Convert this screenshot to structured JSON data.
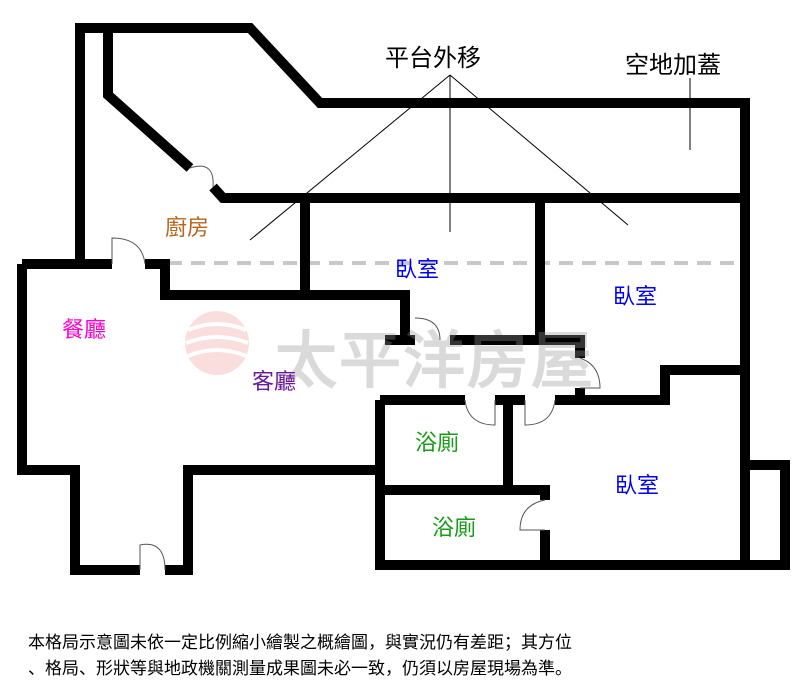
{
  "rooms": {
    "kitchen": "廚房",
    "dining": "餐廳",
    "living": "客廳",
    "bedroom1": "臥室",
    "bedroom2": "臥室",
    "bedroom3": "臥室",
    "bath1": "浴廁",
    "bath2": "浴廁"
  },
  "annotations": {
    "platform_moved": "平台外移",
    "vacant_addition": "空地加蓋"
  },
  "watermark": "太平洋房屋",
  "disclaimer": {
    "line1": "本格局示意圖未依一定比例縮小繪製之概繪圖，與實況仍有差距；其方位",
    "line2": "、格局、形狀等與地政機關測量成果圖未必一致，仍須以房屋現場為準。"
  },
  "colors": {
    "kitchen": "#b5651d",
    "dining": "#ff00cc",
    "living": "#6a1b9a",
    "bedroom": "#0000ee",
    "bath": "#1a9a1a",
    "wall": "#000000"
  }
}
